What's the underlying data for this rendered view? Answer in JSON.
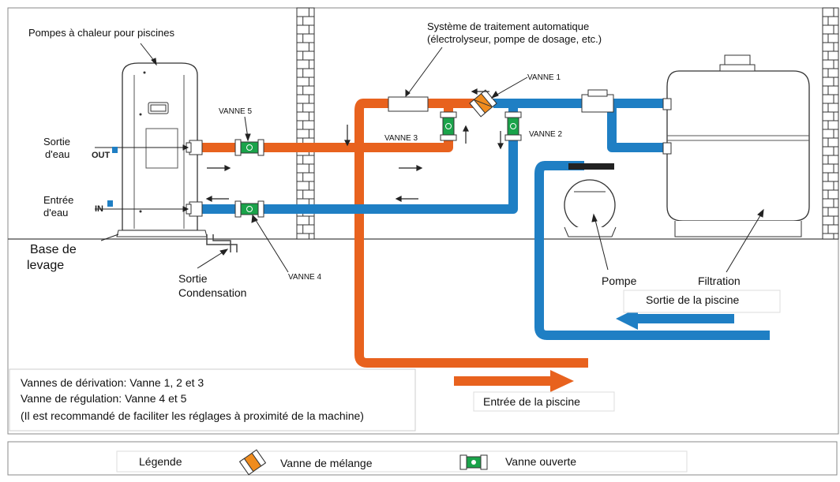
{
  "labels": {
    "heat_pump": "Pompes à chaleur pour piscines",
    "treatment_line1": "Système de traitement automatique",
    "treatment_line2": "(électrolyseur, pompe de dosage, etc.)",
    "valve1": "VANNE 1",
    "valve2": "VANNE 2",
    "valve3": "VANNE 3",
    "valve4": "VANNE 4",
    "valve5": "VANNE 5",
    "water_out_line1": "Sortie",
    "water_out_line2": "d'eau",
    "water_in_line1": "Entrée",
    "water_in_line2": "d'eau",
    "out_tag": "OUT",
    "in_tag": "IN",
    "base_line1": "Base de",
    "base_line2": "levage",
    "condensation_line1": "Sortie",
    "condensation_line2": "Condensation",
    "pump": "Pompe",
    "filtration": "Filtration",
    "pool_outlet": "Sortie de la piscine",
    "pool_inlet": "Entrée de la piscine"
  },
  "notes": {
    "line1": "Vannes de dérivation: Vanne 1, 2 et 3",
    "line2": "Vanne de régulation: Vanne 4 et 5",
    "line3": "(Il est recommandé de faciliter les réglages à proximité de la machine)"
  },
  "legend": {
    "title": "Légende",
    "mixing_valve": "Vanne de mélange",
    "open_valve": "Vanne ouverte"
  },
  "colors": {
    "hot_pipe": "#e8621e",
    "cold_pipe": "#1f7fc4",
    "valve_green": "#1aa34a",
    "mixing_valve": "#f08c1e"
  }
}
